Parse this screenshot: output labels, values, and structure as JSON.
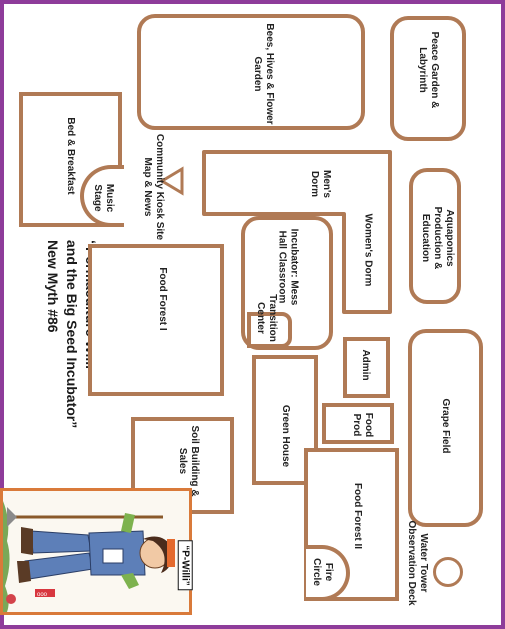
{
  "colors": {
    "frame": "#8e3c9a",
    "zone_border": "#b07a55",
    "card_border": "#d97a3a",
    "text": "#222222"
  },
  "title": {
    "line1": "“Permaculture Willi",
    "line2": "and the Big Seed Incubator”",
    "line3": "New Myth #86"
  },
  "zones": {
    "peace_garden": "Peace Garden & Labyrinth",
    "bees": "Bees, Hives & Flower Garden",
    "bed_breakfast": "Bed & Breakfast",
    "music_stage": "Music Stage",
    "kiosk": "Community Kiosk Site Map & News",
    "mens_dorm": "Men's Dorm",
    "womens_dorm": "Women's Dorm",
    "aquaponics": "Aquaponics Production & Education",
    "incubator": "Incubator: Mess Hall Classroom",
    "transition": "Transition Center",
    "food_forest_1": "Food Forest I",
    "admin": "Admin",
    "grape_field": "Grape Field",
    "food_prod": "Food Prod",
    "green_house": "Green House",
    "soil_building": "Soil Building & Sales",
    "food_forest_2": "Food Forest II",
    "fire_circle": "Fire Circle",
    "water_tower": "Water Tower Observation Deck"
  },
  "card": {
    "label": "“P-Willi”",
    "icon": "gardener-illustration"
  }
}
